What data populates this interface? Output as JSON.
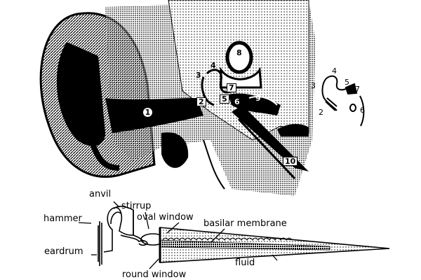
{
  "diagram": {
    "ear_numbers": [
      "1",
      "2",
      "3",
      "4",
      "5",
      "6",
      "7",
      "8",
      "9",
      "10"
    ],
    "inset_numbers": [
      "2",
      "3",
      "4",
      "5",
      "6",
      "7"
    ],
    "labels": {
      "anvil": "anvil",
      "hammer": "hammer",
      "stirrup": "stirrup",
      "oval_window": "oval window",
      "basilar_membrane": "basilar membrane",
      "eardrum": "eardrum",
      "fluid": "fluid",
      "round_window": "round window"
    },
    "colors": {
      "ink": "#000000",
      "paper": "#ffffff",
      "stipple": "#888888"
    }
  }
}
